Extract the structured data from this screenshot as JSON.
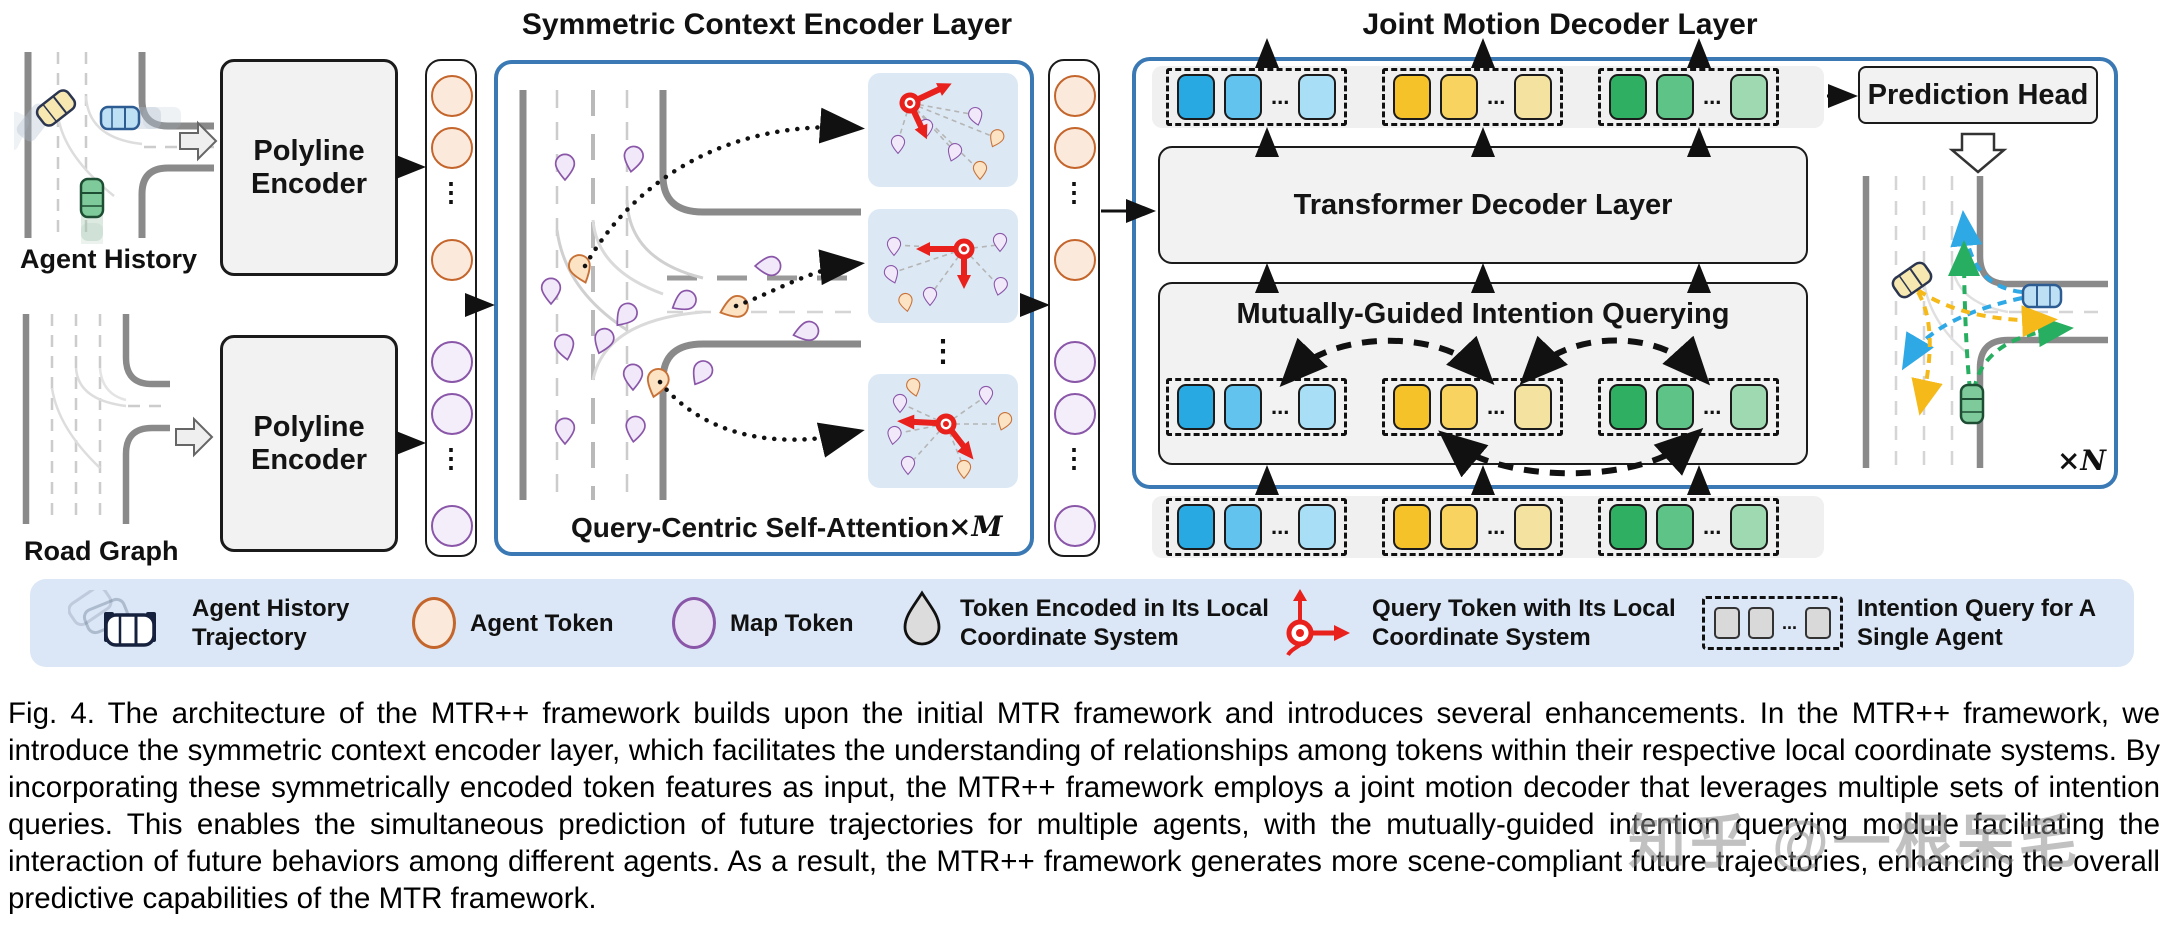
{
  "figure": {
    "encoder": {
      "title": "Symmetric Context Encoder Layer",
      "agent_history_label": "Agent History",
      "road_graph_label": "Road Graph",
      "polyline_encoder_label": "Polyline Encoder",
      "attention_label": "Query-Centric Self-Attention",
      "repeat_label": "×M",
      "column_ellipsis": "⋮"
    },
    "decoder": {
      "title": "Joint Motion Decoder Layer",
      "transformer_label": "Transformer Decoder Layer",
      "querying_label": "Mutually-Guided Intention Querying",
      "prediction_head_label": "Prediction Head",
      "repeat_label": "×N",
      "group_ellipsis": "..."
    },
    "legend": {
      "items": [
        {
          "icon": "car-trail-icon",
          "label": "Agent History Trajectory"
        },
        {
          "icon": "agent-token-icon",
          "label": "Agent Token"
        },
        {
          "icon": "map-token-icon",
          "label": "Map Token"
        },
        {
          "icon": "encoded-token-icon",
          "label": "Token Encoded in Its Local Coordinate System"
        },
        {
          "icon": "query-token-icon",
          "label": "Query Token with Its Local Coordinate System"
        },
        {
          "icon": "intention-query-icon",
          "label": "Intention Query for A Single Agent"
        }
      ]
    },
    "caption": "Fig. 4.  The architecture of the MTR++ framework builds upon the initial MTR framework and introduces several enhancements. In the MTR++ framework, we introduce the symmetric context encoder layer, which facilitates the understanding of relationships among tokens within their respective local coordinate systems. By incorporating these symmetrically encoded token features as input, the MTR++ framework employs a joint motion decoder that leverages multiple sets of intention queries. This enables the simultaneous prediction of future trajectories for multiple agents, with the mutually-guided intention querying module facilitating the interaction of future behaviors among different agents. As a result, the MTR++ framework generates more scene-compliant future trajectories, enhancing the overall predictive capabilities of the MTR framework.",
    "watermark": "知乎 @一根呆毛",
    "colors": {
      "accent_blue": "#3B79B5",
      "agent_token_border": "#C4652B",
      "map_token_border": "#8A56A8",
      "query_red": "#E8211D",
      "mode_blue": "#29A9E1",
      "mode_yellow": "#F5C22A",
      "mode_green": "#2EAF62",
      "legend_bg": "#DBE7F6"
    }
  }
}
